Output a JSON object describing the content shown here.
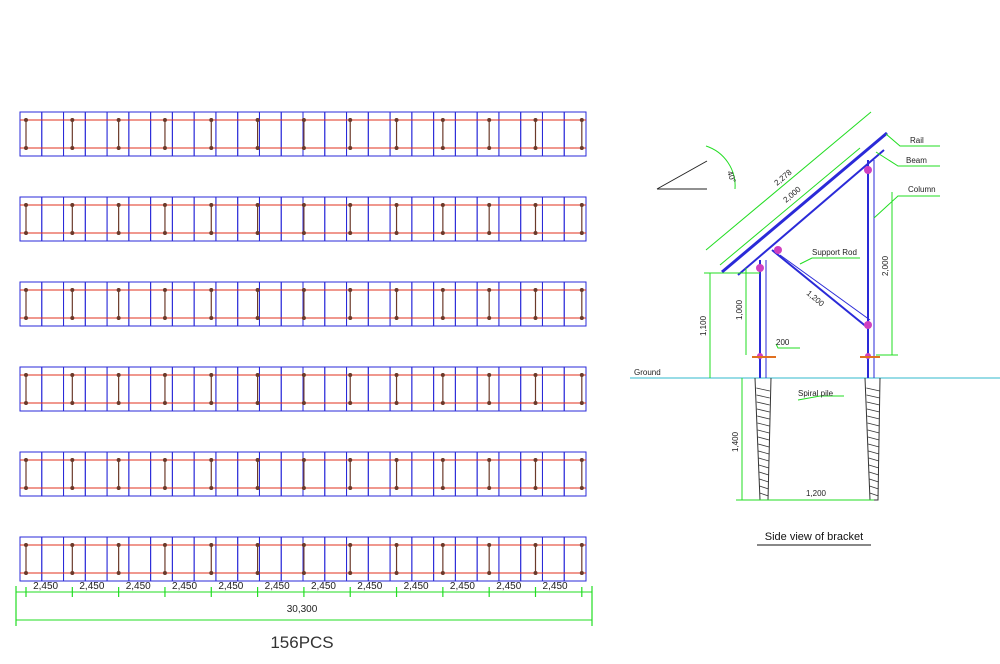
{
  "plan": {
    "row_count": 6,
    "module_columns_per_row": 26,
    "row_spacing_label": "2,450",
    "span_count": 12,
    "total_length": "30,300",
    "quantity": "156PCS",
    "colors": {
      "panel": "#2a2ad8",
      "rail": "#e0301e",
      "post": "#6b3a2a",
      "dimension": "#22dd22"
    }
  },
  "side_view": {
    "angle": "40°",
    "rail_length": "2,278",
    "panel_length": "2,000",
    "labels": {
      "rail": "Rail",
      "beam": "Beam",
      "column": "Column",
      "support_rod": "Support Rod",
      "ground": "Ground",
      "spiral_pile": "Spiral pile"
    },
    "dims": {
      "front_height": "1,100",
      "front_column": "1,000",
      "rear_column": "2,000",
      "support_rod": "1,200",
      "offset": "200",
      "pile_depth": "1,400",
      "pile_spacing": "1,200"
    },
    "caption": "Side view of bracket",
    "colors": {
      "ground": "#5bc8d8",
      "pink": "#d040c0"
    }
  }
}
